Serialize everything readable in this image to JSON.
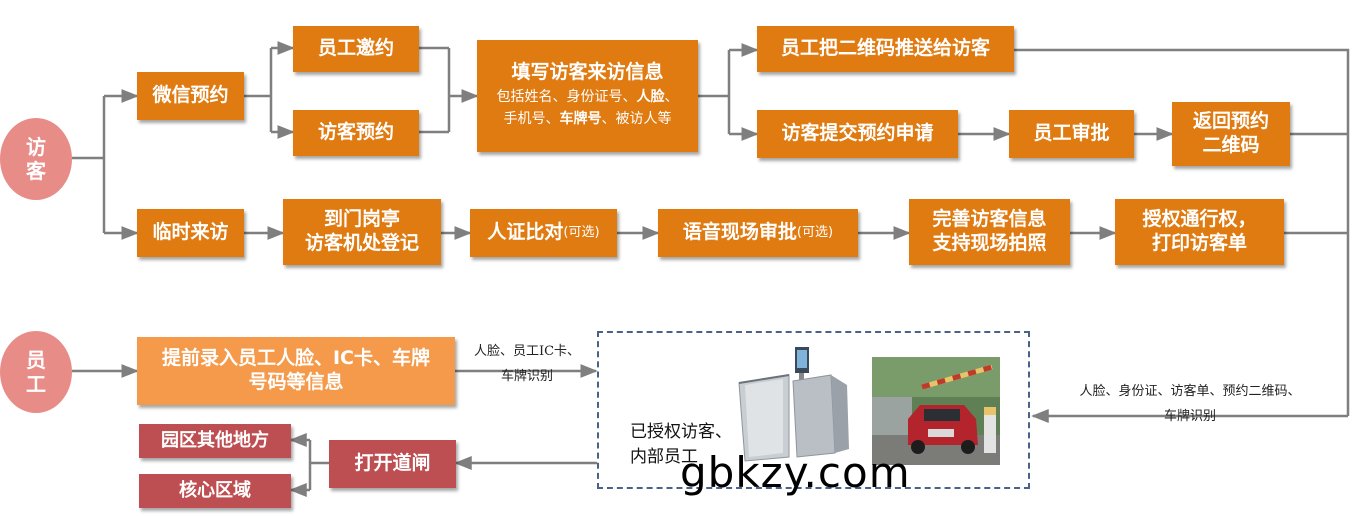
{
  "nodes": {
    "visitor": "访\n客",
    "staff": "员\n工",
    "wechat": "微信预约",
    "staff_invite": "员工邀约",
    "visitor_reserve": "访客预约",
    "fill_info_title": "填写访客来访信息",
    "fill_info_line1_a": "包括姓名、身份证号、",
    "fill_info_line1_b": "人脸",
    "fill_info_line1_c": "、",
    "fill_info_line2_a": "手机号、",
    "fill_info_line2_b": "车牌号",
    "fill_info_line2_c": "、被访人等",
    "push_qr": "员工把二维码推送给访客",
    "submit_request": "访客提交预约申请",
    "staff_approve": "员工审批",
    "return_qr_l1": "返回预约",
    "return_qr_l2": "二维码",
    "temp_visit": "临时来访",
    "register_l1": "到门岗亭",
    "register_l2": "访客机处登记",
    "id_compare": "人证比对",
    "id_compare_opt": "(可选)",
    "voice_approve": "语音现场审批",
    "voice_approve_opt": "(可选)",
    "complete_l1": "完善访客信息",
    "complete_l2": "支持现场拍照",
    "authorize_l1": "授权通行权，",
    "authorize_l2": "打印访客单",
    "pre_record_l1": "提前录入员工人脸、IC卡、车牌",
    "pre_record_l2": "号码等信息",
    "open_gate": "打开道闸",
    "other_area": "园区其他地方",
    "core_area": "核心区域"
  },
  "labels": {
    "staff_recognition_l1": "人脸、员工IC卡、",
    "staff_recognition_l2": "车牌识别",
    "visitor_recognition_l1": "人脸、身份证、访客单、预约二维码、",
    "visitor_recognition_l2": "车牌识别"
  },
  "dashed_box_text_l1": "已授权访客、",
  "dashed_box_text_l2": "内部员工",
  "watermark": "gbkzy.com",
  "colors": {
    "orange": "#E07B12",
    "light_orange": "#F59A4B",
    "red": "#BD4E52",
    "circle": "#E88C88",
    "line": "#7f7f7f",
    "dashed": "#4a6287"
  }
}
